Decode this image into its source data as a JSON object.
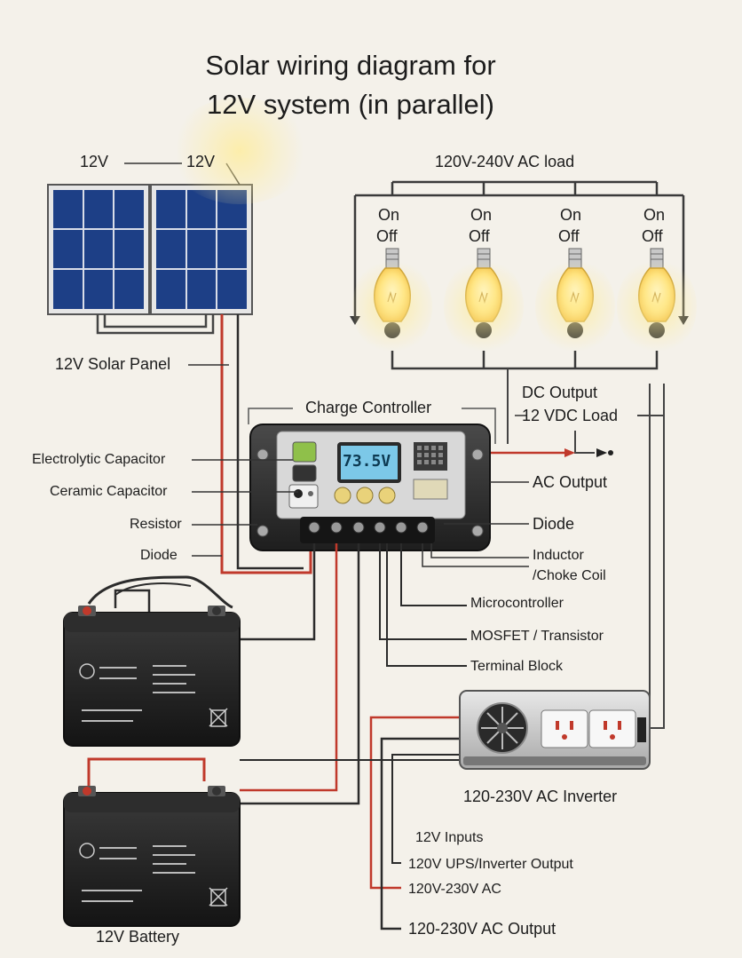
{
  "title_line1": "Solar wiring diagram for",
  "title_line2": "12V system (in parallel)",
  "panels": {
    "left_label": "12V",
    "right_label": "12V",
    "caption": "12V Solar Panel"
  },
  "ac_load": {
    "label": "120V-240V AC load",
    "switches": [
      {
        "on": "On",
        "off": "Off"
      },
      {
        "on": "On",
        "off": "Off"
      },
      {
        "on": "On",
        "off": "Off"
      },
      {
        "on": "On",
        "off": "Off"
      }
    ]
  },
  "dc_output": {
    "line1": "DC Output",
    "line2": "12 VDC Load"
  },
  "controller": {
    "label": "Charge Controller",
    "display": "73.5V"
  },
  "left_labels": {
    "electrolytic": "Electrolytic Capacitor",
    "ceramic": "Ceramic Capacitor",
    "resistor": "Resistor",
    "diode": "Diode"
  },
  "right_labels": {
    "ac_output": "AC Output",
    "diode": "Diode",
    "inductor_1": "Inductor",
    "inductor_2": "/Choke Coil",
    "microcontroller": "Microcontroller",
    "mosfet": "MOSFET / Transistor",
    "terminal": "Terminal Block"
  },
  "inverter": {
    "label": "120-230V AC Inverter"
  },
  "bottom_labels": {
    "inputs": "12V Inputs",
    "ups": "120V UPS/Inverter Output",
    "ac": "120V-230V AC",
    "ac_output": "120-230V AC Output"
  },
  "battery": {
    "caption": "12V Battery"
  },
  "colors": {
    "red_wire": "#c0392b",
    "black_wire": "#2b2b2b",
    "panel_blue": "#1d3f86",
    "bulb_glow": "#ffe98a"
  }
}
